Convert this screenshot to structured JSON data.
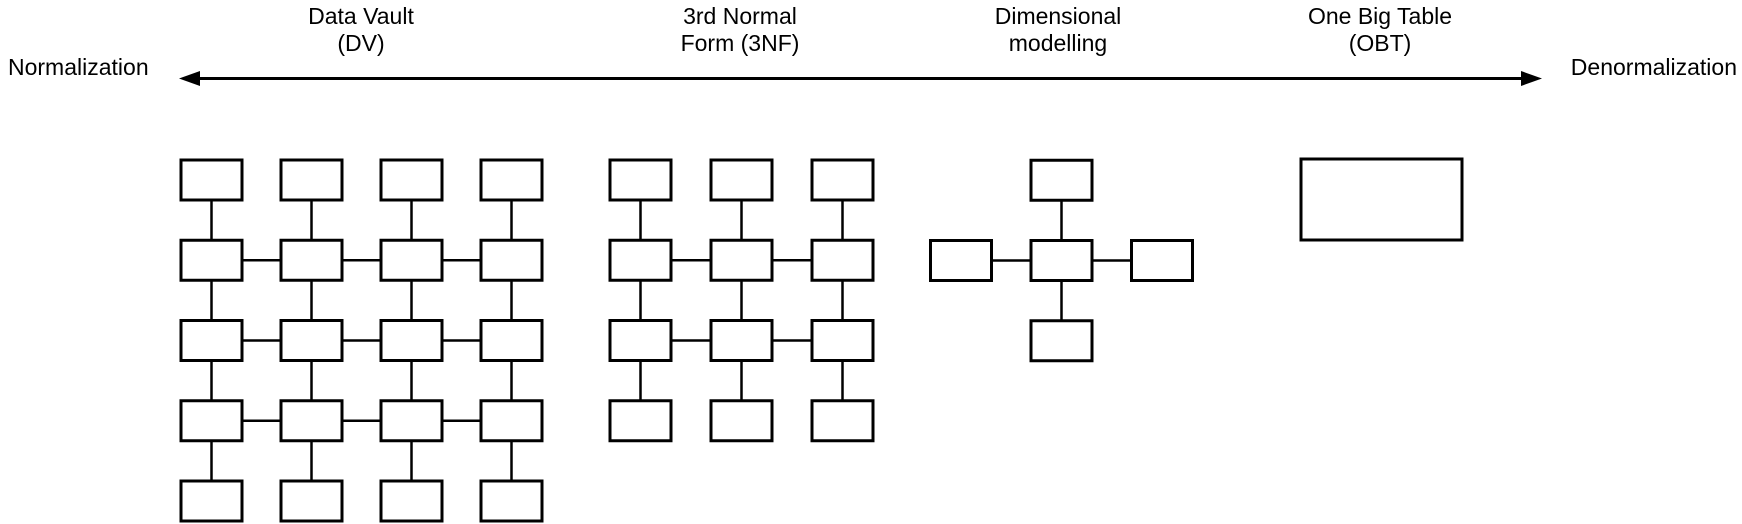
{
  "diagram": {
    "axis": {
      "left_label": "Normalization",
      "right_label": "Denormalization"
    },
    "models": [
      {
        "name": "Data Vault (DV)",
        "label_line1": "Data Vault",
        "label_line2": "(DV)",
        "structure": "grid",
        "rows": 5,
        "columns": 4,
        "box_count": 20,
        "links": "vertical links in every column; horizontal links in interior rows only"
      },
      {
        "name": "3rd Normal Form (3NF)",
        "label_line1": "3rd Normal",
        "label_line2": "Form (3NF)",
        "structure": "grid",
        "rows": 4,
        "columns": 3,
        "box_count": 12,
        "links": "vertical links in every column; horizontal links in interior rows only"
      },
      {
        "name": "Dimensional modelling",
        "label_line1": "Dimensional",
        "label_line2": "modelling",
        "structure": "star",
        "satellites": 4,
        "box_count": 5,
        "links": "central fact box linked to top, left, right and bottom boxes"
      },
      {
        "name": "One Big Table (OBT)",
        "label_line1": "One Big Table",
        "label_line2": "(OBT)",
        "structure": "single",
        "box_count": 1,
        "links": "none"
      }
    ],
    "colors": {
      "background": "#ffffff",
      "stroke": "#000000",
      "box_fill": "#ffffff",
      "text": "#000000"
    }
  }
}
